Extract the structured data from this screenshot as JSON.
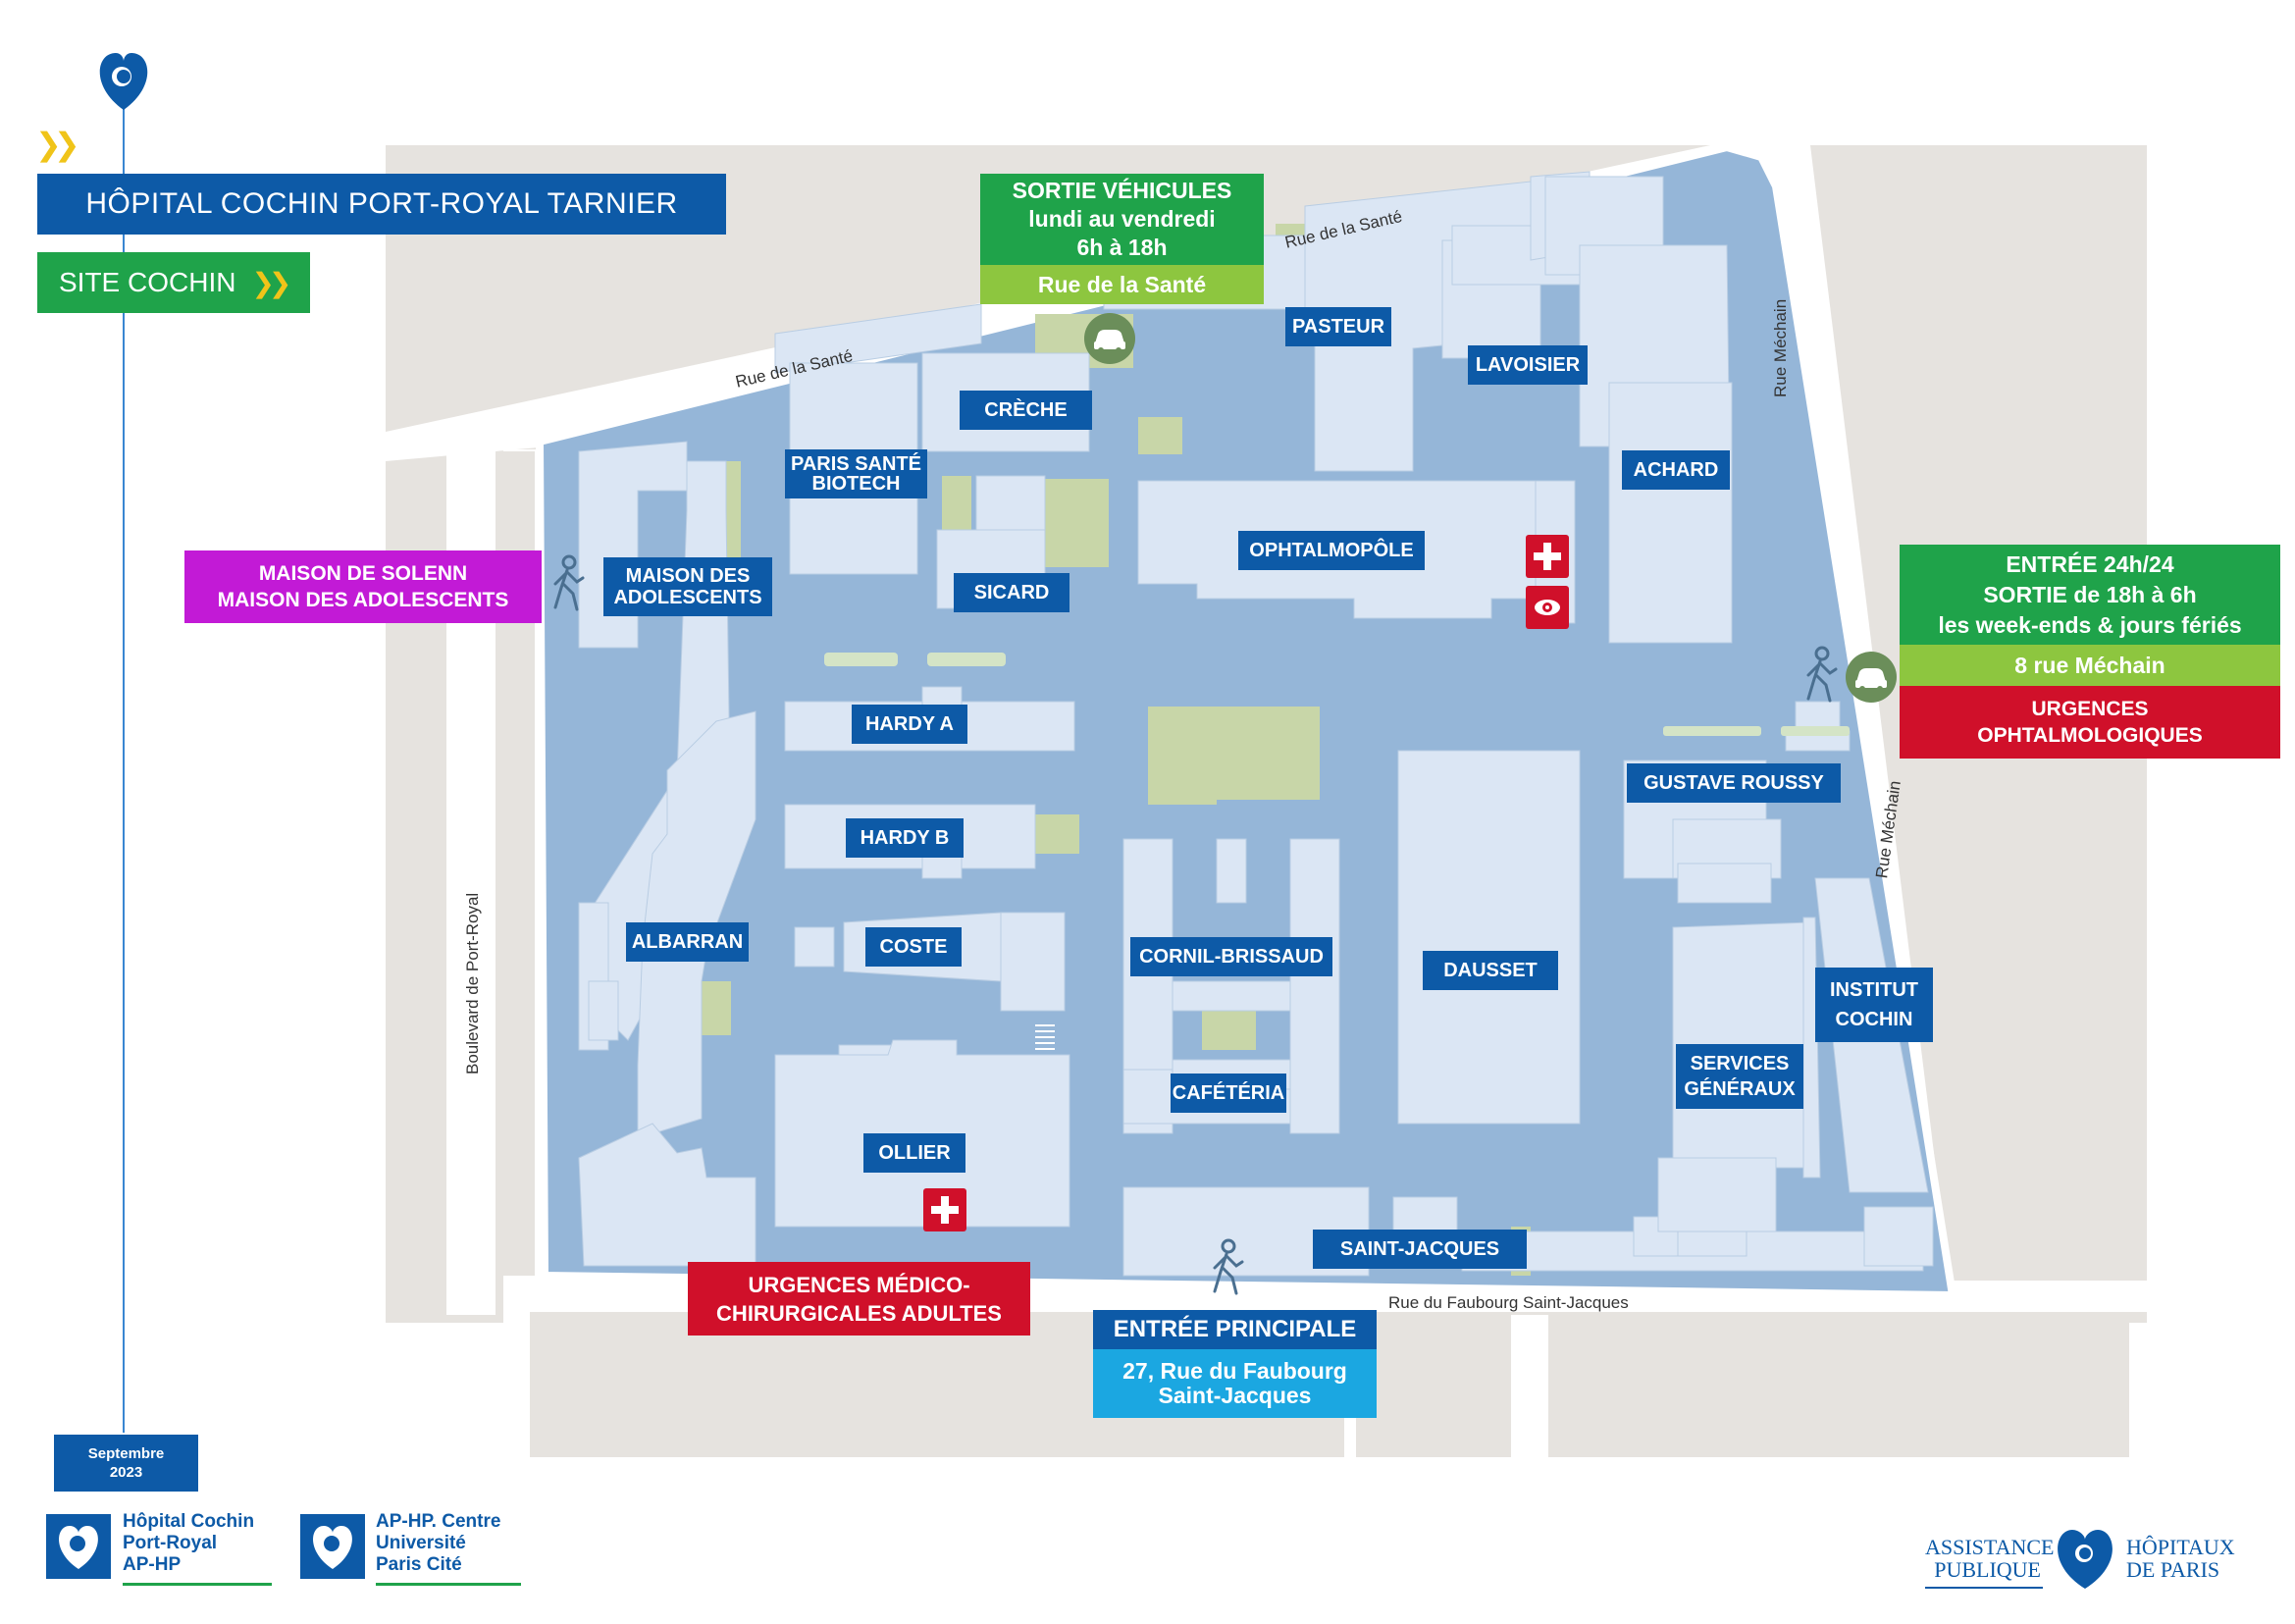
{
  "header": {
    "hospital_title": "HÔPITAL COCHIN PORT-ROYAL TARNIER",
    "site_title": "SITE COCHIN",
    "chevrons": "❯❯"
  },
  "date": {
    "month": "Septembre",
    "year": "2023"
  },
  "buildings": {
    "creche": "CRÈCHE",
    "pasteur": "PASTEUR",
    "lavoisier": "LAVOISIER",
    "achard": "ACHARD",
    "paris_sante_1": "PARIS SANTÉ",
    "paris_sante_2": "BIOTECH",
    "ophtalmopole": "OPHTALMOPÔLE",
    "sicard": "SICARD",
    "maison_ado_1": "MAISON DES",
    "maison_ado_2": "ADOLESCENTS",
    "hardy_a": "HARDY A",
    "hardy_b": "HARDY B",
    "coste": "COSTE",
    "albarran": "ALBARRAN",
    "cornil": "CORNIL-BRISSAUD",
    "cafeteria": "CAFÉTÉRIA",
    "dausset": "DAUSSET",
    "gustave": "GUSTAVE ROUSSY",
    "institut_1": "INSTITUT",
    "institut_2": "COCHIN",
    "services_1": "SERVICES",
    "services_2": "GÉNÉRAUX",
    "ollier": "OLLIER",
    "saint_jacques": "SAINT-JACQUES"
  },
  "streets": {
    "sante_left": "Rue de la Santé",
    "sante_right": "Rue de la Santé",
    "mechain_top": "Rue Méchain",
    "mechain_bottom": "Rue Méchain",
    "port_royal": "Boulevard de Port-Royal",
    "faubourg": "Rue du Faubourg Saint-Jacques"
  },
  "callouts": {
    "sortie_vehicules": {
      "line1": "SORTIE VÉHICULES",
      "line2": "lundi au vendredi",
      "line3": "6h à 18h",
      "address": "Rue de la Santé"
    },
    "entree_mechain": {
      "line1": "ENTRÉE 24h/24",
      "line2": "SORTIE de 18h à 6h",
      "line3": "les week-ends & jours fériés",
      "address": "8 rue Méchain"
    },
    "urgences_ophtalmo": {
      "line1": "URGENCES",
      "line2": "OPHTALMOLOGIQUES"
    },
    "maison_solenn": {
      "line1": "MAISON DE SOLENN",
      "line2": "MAISON DES ADOLESCENTS"
    },
    "urgences_medico": {
      "line1": "URGENCES MÉDICO-",
      "line2": "CHIRURGICALES ADULTES"
    },
    "entree_principale": {
      "title": "ENTRÉE PRINCIPALE",
      "line1": "27, Rue du Faubourg",
      "line2": "Saint-Jacques"
    }
  },
  "logos": {
    "cochin": {
      "line1": "Hôpital Cochin",
      "line2": "Port-Royal",
      "line3": "AP-HP"
    },
    "aphp_centre": {
      "line1": "AP-HP. Centre",
      "line2": "Université",
      "line3": "Paris Cité"
    },
    "aphp": {
      "left1": "ASSISTANCE",
      "left2": "PUBLIQUE",
      "right1": "HÔPITAUX",
      "right2": "DE PARIS"
    }
  },
  "colors": {
    "blue": "#0d5aa7",
    "green": "#1fa34a",
    "light_green": "#8dc63f",
    "red": "#d0102a",
    "magenta": "#c21ad6",
    "cyan": "#1ba7e1",
    "site_bg": "#95b6d8",
    "building": "#dbe6f4",
    "garden": "#c8d6a8",
    "outside": "#e6e3df"
  }
}
